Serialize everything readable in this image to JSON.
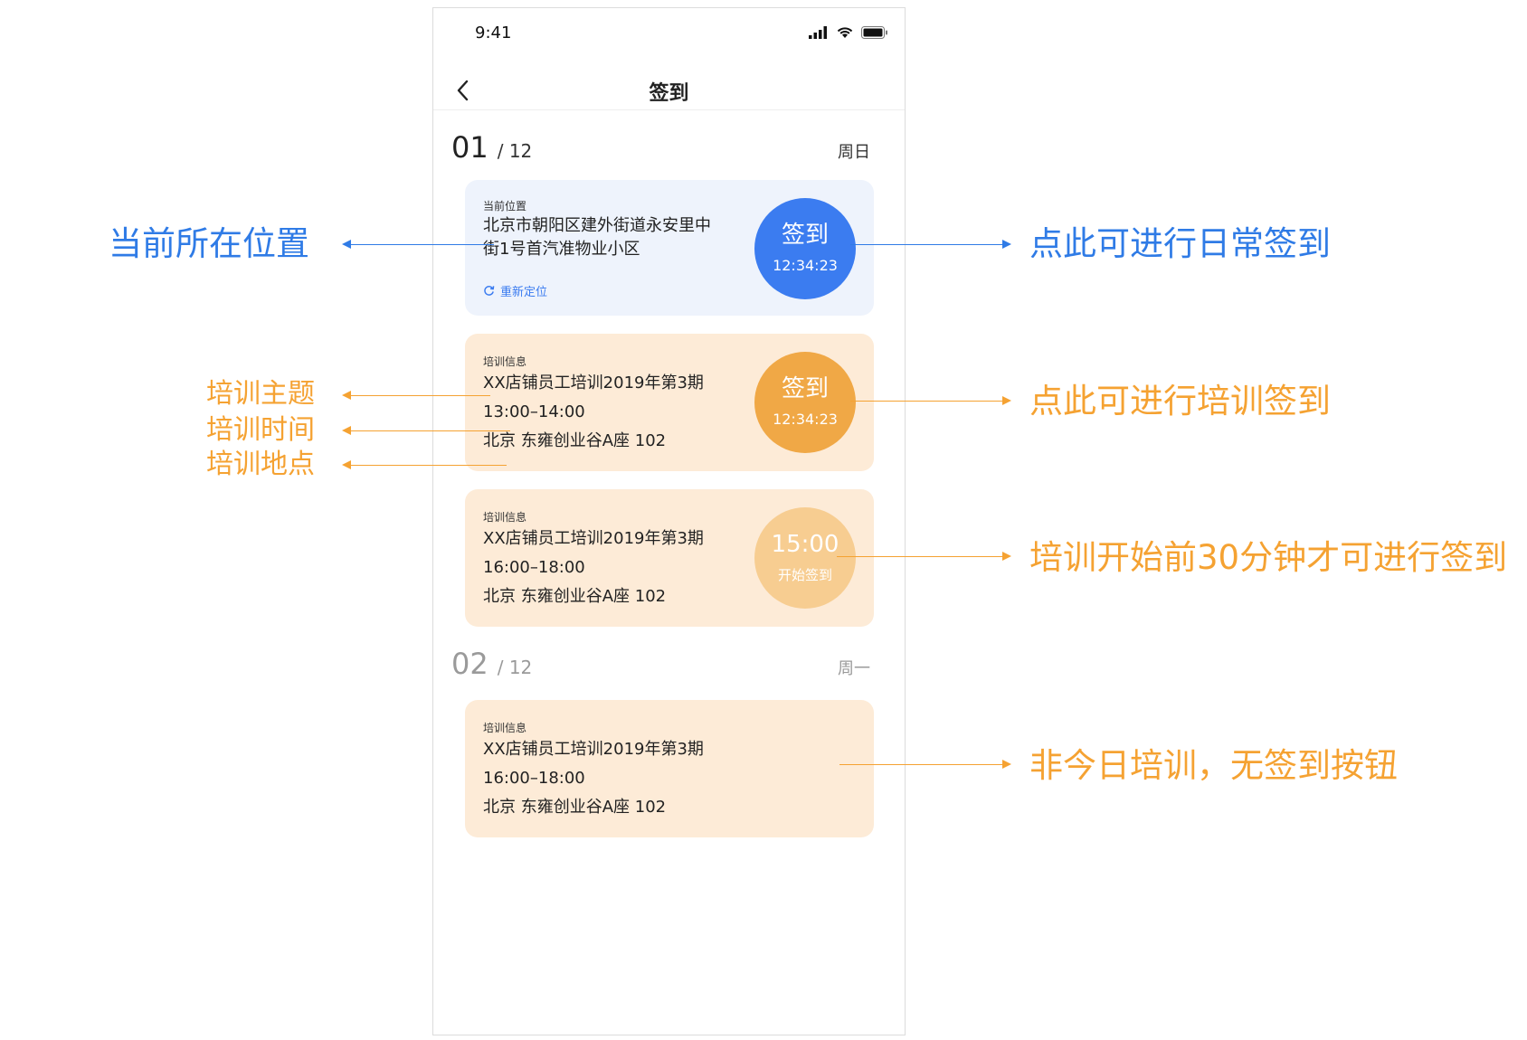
{
  "status_bar": {
    "time": "9:41"
  },
  "nav": {
    "title": "签到"
  },
  "days": [
    {
      "day": "01",
      "sep": "/ 12",
      "weekday": "周日"
    },
    {
      "day": "02",
      "sep": "/ 12",
      "weekday": "周一"
    }
  ],
  "location_card": {
    "label": "当前位置",
    "address_line1": "北京市朝阳区建外街道永安里中",
    "address_line2": "街1号首汽准物业小区",
    "relocate": "重新定位",
    "button": {
      "title": "签到",
      "time": "12:34:23"
    }
  },
  "training_cards": [
    {
      "label": "培训信息",
      "topic": "XX店铺员工培训2019年第3期",
      "time": "13:00–14:00",
      "place": "北京 东雍创业谷A座 102",
      "button": {
        "title": "签到",
        "sub": "12:34:23"
      }
    },
    {
      "label": "培训信息",
      "topic": "XX店铺员工培训2019年第3期",
      "time": "16:00–18:00",
      "place": "北京 东雍创业谷A座 102",
      "button": {
        "title": "15:00",
        "sub": "开始签到"
      }
    },
    {
      "label": "培训信息",
      "topic": "XX店铺员工培训2019年第3期",
      "time": "16:00–18:00",
      "place": "北京 东雍创业谷A座 102"
    }
  ],
  "annotations": {
    "current_location": "当前所在位置",
    "daily_checkin": "点此可进行日常签到",
    "training_topic": "培训主题",
    "training_time": "培训时间",
    "training_place": "培训地点",
    "training_checkin": "点此可进行培训签到",
    "checkin_30min": "培训开始前30分钟才可进行签到",
    "no_button": "非今日培训，无签到按钮"
  },
  "colors": {
    "blue": "#3b7cf0",
    "orange": "#f0a846",
    "light_orange": "#f7cd91",
    "card_blue": "#eef3fc",
    "card_orange": "#fdebd7",
    "annotation_blue": "#2f7be6",
    "annotation_orange": "#f5a232"
  }
}
